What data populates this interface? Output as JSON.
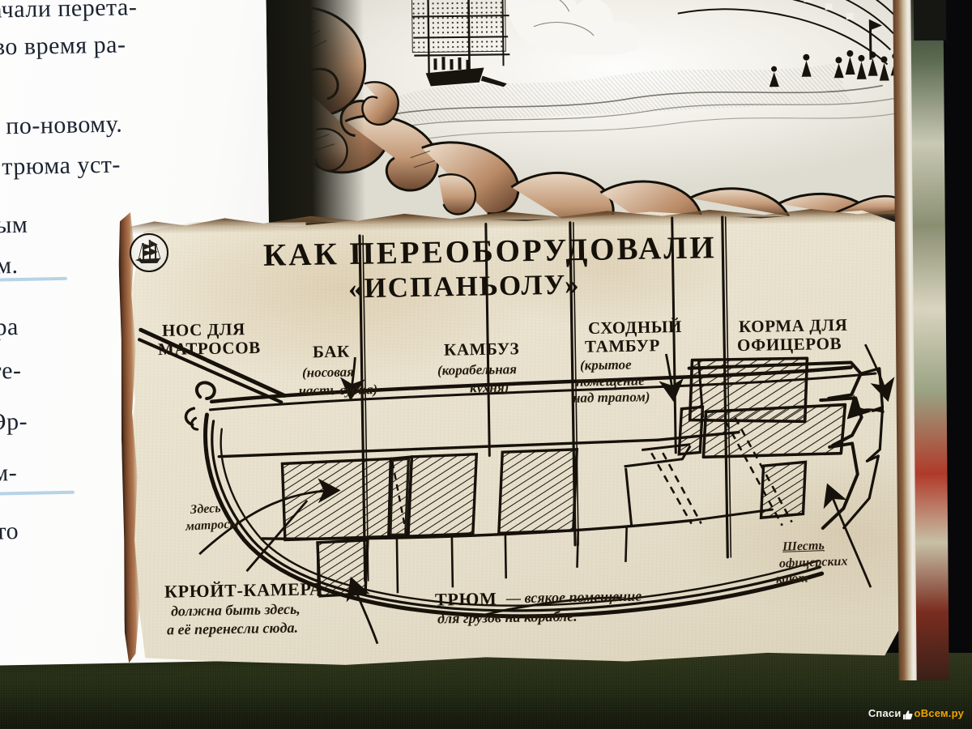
{
  "book_text": {
    "lines": [
      "начали перета-",
      "и во время ра-",
      "ли по-новому.",
      "ти трюма уст-",
      "атым",
      "ком.",
      "тера",
      "о те-",
      "о Эр-",
      "там-",
      ", что"
    ]
  },
  "diagram": {
    "title_line1": "КАК  ПЕРЕОБОРУДОВАЛИ",
    "title_line2": "«ИСПАНЬОЛУ»",
    "medallion_icon": "sailing-ship-icon",
    "labels": [
      {
        "id": "bow-for-sailors",
        "heading": "НОС ДЛЯ\nМАТРОСОВ",
        "heading_l1": "НОС ДЛЯ",
        "heading_l2": "МАТРОСОВ",
        "subtitle": ""
      },
      {
        "id": "forecastle",
        "heading_l1": "БАК",
        "heading_l2": "",
        "sub_l1": "(носовая",
        "sub_l2": "часть судна)"
      },
      {
        "id": "galley",
        "heading_l1": "КАМБУЗ",
        "heading_l2": "",
        "sub_l1": "(корабельная",
        "sub_l2": "кухня)"
      },
      {
        "id": "companionway-vestibule",
        "heading_l1": "СХОДНЫЙ",
        "heading_l2": "ТАМБУР",
        "sub_l1": "(крытое",
        "sub_l2": "помещение",
        "sub_l3": "над трапом)"
      },
      {
        "id": "stern-for-officers",
        "heading_l1": "КОРМА ДЛЯ",
        "heading_l2": "ОФИЦЕРОВ",
        "sub_l1": ""
      }
    ],
    "notes": {
      "sailors_here_l1": "Здесь",
      "sailors_here_l2": "матросы",
      "six_cabins_l1": "Шесть",
      "six_cabins_l2": "офицерских",
      "six_cabins_l3": "кают"
    },
    "bottom": {
      "powder_room_title": "КРЮЙТ-КАМЕРА",
      "powder_room_l1": "должна быть здесь,",
      "powder_room_l2": "а её перенесли сюда.",
      "hold_title": "ТРЮМ",
      "hold_l1": "— всякое помещение",
      "hold_l2": "для грузов на корабле."
    }
  },
  "watermark": {
    "part_a": "Спаси",
    "part_b": "оВсем.ру",
    "icon": "thumbs-up-icon"
  },
  "colors": {
    "paper": "#eae3d0",
    "ink": "#1a140b",
    "torn_edge": "#9a6240",
    "desk_green": "#2c3318",
    "watermark_accent": "#f0a202"
  }
}
